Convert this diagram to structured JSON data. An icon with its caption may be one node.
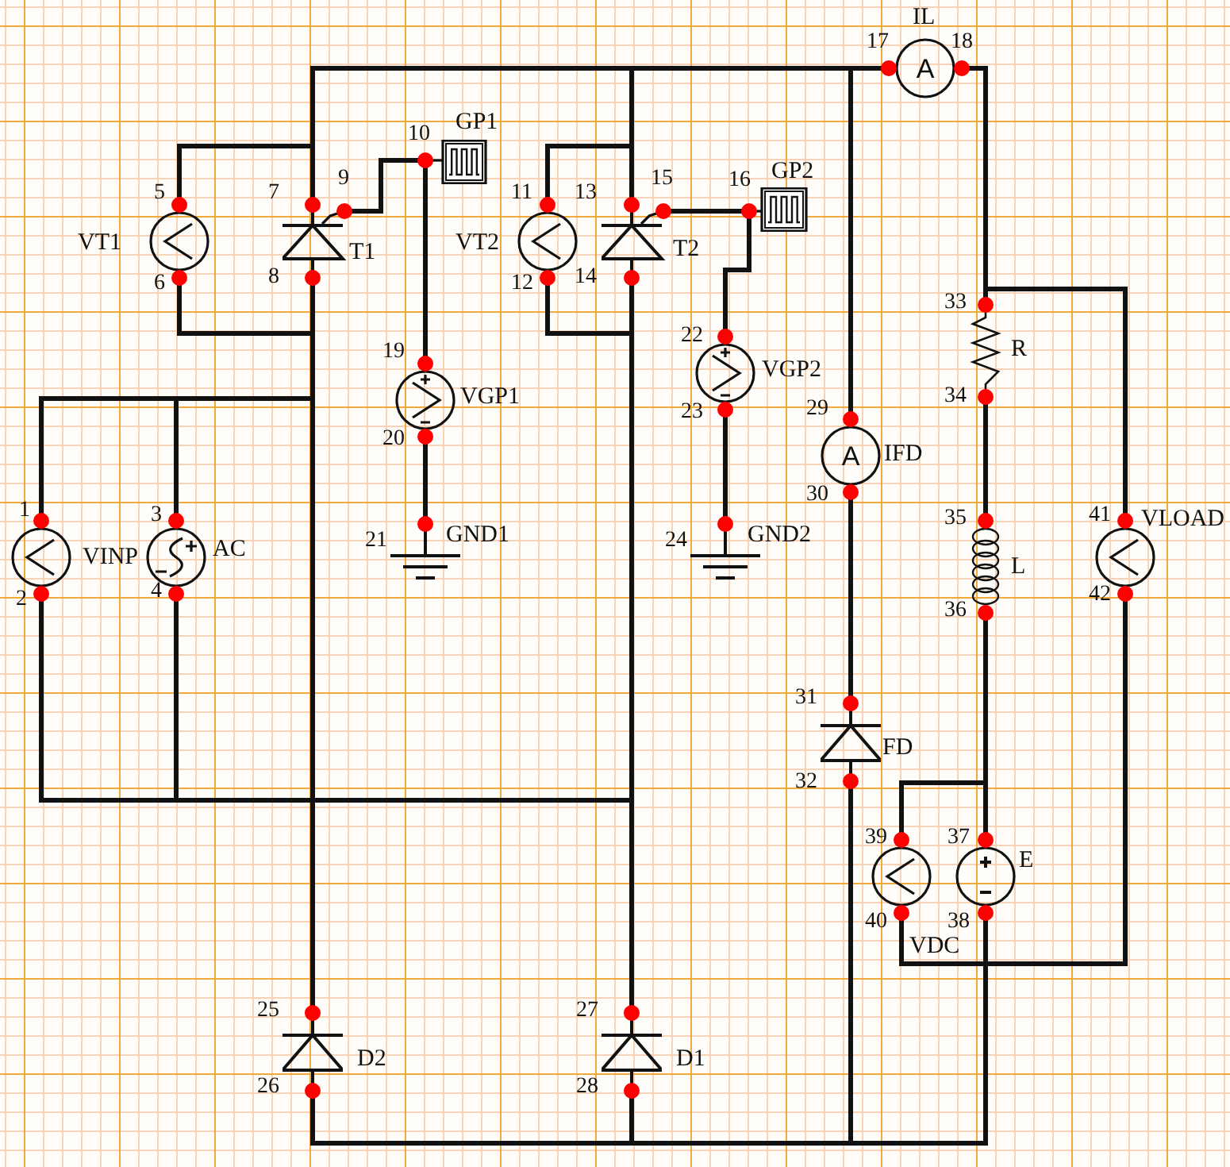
{
  "diagram": {
    "nodes": [
      {
        "text": [
          "IL",
          "A"
        ],
        "beside": [
          "17",
          "18"
        ]
      },
      {
        "text": [
          "GP1"
        ],
        "beside": [
          "10"
        ]
      },
      {
        "text": [
          "VT1"
        ],
        "beside": [
          "5",
          "6"
        ]
      },
      {
        "text": [
          "T1"
        ],
        "beside": [
          "7",
          "8",
          "9"
        ]
      },
      {
        "text": [
          "VT2"
        ],
        "beside": [
          "11",
          "12"
        ]
      },
      {
        "text": [
          "T2"
        ],
        "beside": [
          "13",
          "14",
          "15"
        ]
      },
      {
        "text": [
          "GP2"
        ],
        "beside": [
          "16"
        ]
      },
      {
        "text": [
          "R"
        ],
        "beside": [
          "33",
          "34"
        ]
      },
      {
        "text": [
          "VGP1"
        ],
        "beside": [
          "19",
          "20"
        ]
      },
      {
        "text": [
          "VGP2"
        ],
        "beside": [
          "22",
          "23"
        ]
      },
      {
        "text": [
          "A",
          "IFD"
        ],
        "beside": [
          "29",
          "30"
        ]
      },
      {
        "text": [
          "VINP"
        ],
        "beside": [
          "1",
          "2"
        ]
      },
      {
        "text": [
          "AC"
        ],
        "beside": [
          "3",
          "4"
        ]
      },
      {
        "text": [
          "GND1"
        ],
        "beside": [
          "21"
        ]
      },
      {
        "text": [
          "GND2"
        ],
        "beside": [
          "24"
        ]
      },
      {
        "text": [
          "L"
        ],
        "beside": [
          "35",
          "36"
        ]
      },
      {
        "text": [
          "VLOAD"
        ],
        "beside": [
          "41",
          "42"
        ]
      },
      {
        "text": [
          "FD"
        ],
        "beside": [
          "31",
          "32"
        ]
      },
      {
        "text": [
          "E"
        ],
        "beside": [
          "37",
          "38"
        ]
      },
      {
        "text": [
          "VDC"
        ],
        "beside": [
          "39",
          "40"
        ]
      },
      {
        "text": [
          "D2"
        ],
        "beside": [
          "25",
          "26"
        ]
      },
      {
        "text": [
          "D1"
        ],
        "beside": [
          "27",
          "28"
        ]
      }
    ],
    "edges": [
      {
        "from": 2,
        "to": 3,
        "arrow": "none"
      },
      {
        "from": 3,
        "to": 0,
        "arrow": "none"
      },
      {
        "from": 4,
        "to": 5,
        "arrow": "none"
      },
      {
        "from": 5,
        "to": 0,
        "arrow": "none"
      },
      {
        "from": 10,
        "to": 0,
        "arrow": "none"
      },
      {
        "from": 2,
        "to": 3,
        "arrow": "none"
      },
      {
        "from": 3,
        "to": 20,
        "arrow": "none"
      },
      {
        "from": 11,
        "to": 12,
        "arrow": "none"
      },
      {
        "from": 12,
        "to": 3,
        "arrow": "none"
      },
      {
        "from": 4,
        "to": 5,
        "arrow": "none"
      },
      {
        "from": 5,
        "to": 21,
        "arrow": "none"
      },
      {
        "from": 11,
        "to": 12,
        "arrow": "none"
      },
      {
        "from": 12,
        "to": 5,
        "arrow": "none"
      },
      {
        "from": 3,
        "to": 1,
        "arrow": "none"
      },
      {
        "from": 1,
        "to": 8,
        "arrow": "none"
      },
      {
        "from": 8,
        "to": 13,
        "arrow": "none"
      },
      {
        "from": 5,
        "to": 6,
        "arrow": "none"
      },
      {
        "from": 6,
        "to": 9,
        "arrow": "none"
      },
      {
        "from": 9,
        "to": 14,
        "arrow": "none"
      },
      {
        "from": 0,
        "to": 7,
        "arrow": "none"
      },
      {
        "from": 0,
        "to": 16,
        "arrow": "none"
      },
      {
        "from": 7,
        "to": 15,
        "arrow": "none"
      },
      {
        "from": 15,
        "to": 18,
        "arrow": "none"
      },
      {
        "from": 15,
        "to": 19,
        "arrow": "none"
      },
      {
        "from": 10,
        "to": 17,
        "arrow": "none"
      },
      {
        "from": 20,
        "to": 18,
        "arrow": "none"
      },
      {
        "from": 21,
        "to": 18,
        "arrow": "none"
      },
      {
        "from": 17,
        "to": 18,
        "arrow": "none"
      },
      {
        "from": 19,
        "to": 18,
        "arrow": "none"
      },
      {
        "from": 16,
        "to": 18,
        "arrow": "none"
      }
    ]
  }
}
